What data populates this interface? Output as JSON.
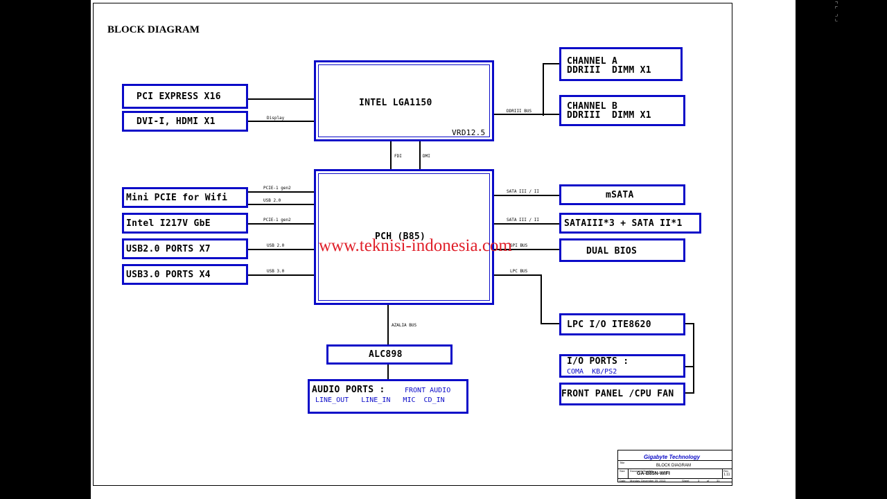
{
  "title": "BLOCK DIAGRAM",
  "watermark": "www.teknisi-indonesia.com",
  "blocks": {
    "cpu": {
      "label": "INTEL LGA1150",
      "sub": "VRD12.5"
    },
    "pch": {
      "label": "PCH (B85)"
    },
    "pcie16": {
      "label": "PCI EXPRESS X16"
    },
    "dvi": {
      "label": "DVI-I, HDMI X1"
    },
    "chan_a": {
      "line1": "CHANNEL A",
      "line2": "DDRIII  DIMM X1"
    },
    "chan_b": {
      "line1": "CHANNEL B",
      "line2": "DDRIII  DIMM X1"
    },
    "mini_pcie": {
      "label": "Mini PCIE for Wifi"
    },
    "gbe": {
      "label": "Intel I217V GbE"
    },
    "usb2": {
      "label": "USB2.0 PORTS X7"
    },
    "usb3": {
      "label": "USB3.0 PORTS X4"
    },
    "msata": {
      "label": "mSATA"
    },
    "sata": {
      "label": "SATAIII*3 + SATA II*1"
    },
    "bios": {
      "label": "DUAL BIOS"
    },
    "lpc": {
      "label": "LPC I/O ITE8620"
    },
    "io_ports": {
      "label": "I/O PORTS :",
      "sub": "COMA  KB/PS2"
    },
    "front_panel": {
      "label": "FRONT PANEL /CPU FAN"
    },
    "alc": {
      "label": "ALC898"
    },
    "audio": {
      "label": "AUDIO PORTS :",
      "sub1": "FRONT AUDIO",
      "sub2": "LINE_OUT   LINE_IN   MIC  CD_IN"
    }
  },
  "buses": {
    "display": "Display",
    "ddr": "DDRIII BUS",
    "fdi": "FDI",
    "dmi": "DMI",
    "pcie1a": "PCIE-1 gen2",
    "usb20a": "USB 2.0",
    "pcie1b": "PCIE-1 gen2",
    "usb20b": "USB 2.0",
    "usb30": "USB 3.0",
    "sata1": "SATA III / II",
    "sata2": "SATA III / II",
    "spi": "SPI BUS",
    "lpc": "LPC BUS",
    "azalia": "AZALIA BUS"
  },
  "title_block": {
    "company": "Gigabyte Technology",
    "title_label": "Title",
    "doc_title": "BLOCK DIAGRAM",
    "size_label": "Size",
    "docnum_label": "Document Number",
    "docnum": "GA-B85N-WIFI",
    "rev_label": "Rev",
    "rev": "1.11",
    "date_label": "Date:",
    "date": "Monday, December 09, 2013",
    "sheet_label": "Sheet",
    "sheet": "3",
    "of_label": "of",
    "total": "31"
  },
  "colors": {
    "box_border": "#0a0ac8",
    "watermark": "#e0202a",
    "company": "#0a0ac8"
  }
}
